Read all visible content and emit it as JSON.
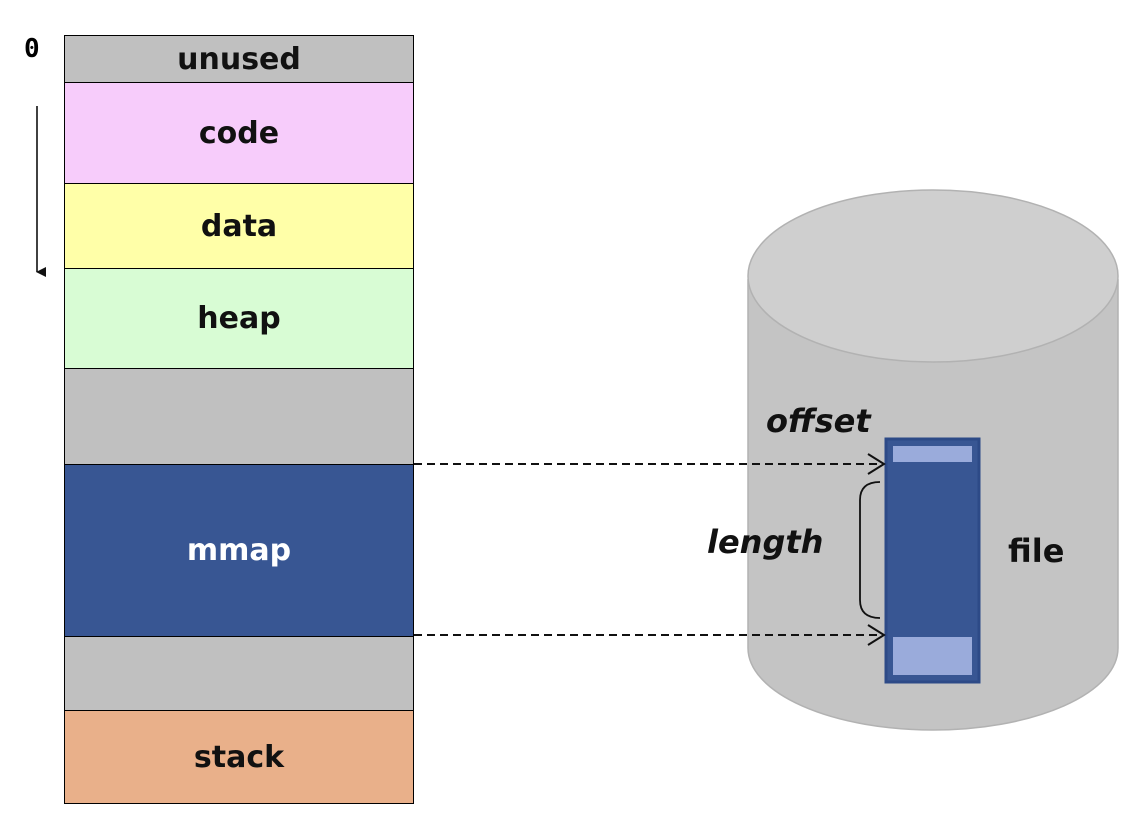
{
  "address_start": "0",
  "memory_segments": [
    {
      "label": "unused",
      "color": "#c0c0c0"
    },
    {
      "label": "code",
      "color": "#f7ccfb"
    },
    {
      "label": "data",
      "color": "#ffffa8"
    },
    {
      "label": "heap",
      "color": "#d8fcd4"
    },
    {
      "label": "",
      "color": "#c0c0c0"
    },
    {
      "label": "mmap",
      "color": "#385693"
    },
    {
      "label": "",
      "color": "#c0c0c0"
    },
    {
      "label": "stack",
      "color": "#e9b08a"
    }
  ],
  "disk": {
    "offset_label": "offset",
    "length_label": "length",
    "file_label": "file"
  },
  "colors": {
    "disk_body": "#c4c4c4",
    "disk_top": "#cfcfcf",
    "file_region": "#385693",
    "file_edge": "#9aabdb"
  }
}
